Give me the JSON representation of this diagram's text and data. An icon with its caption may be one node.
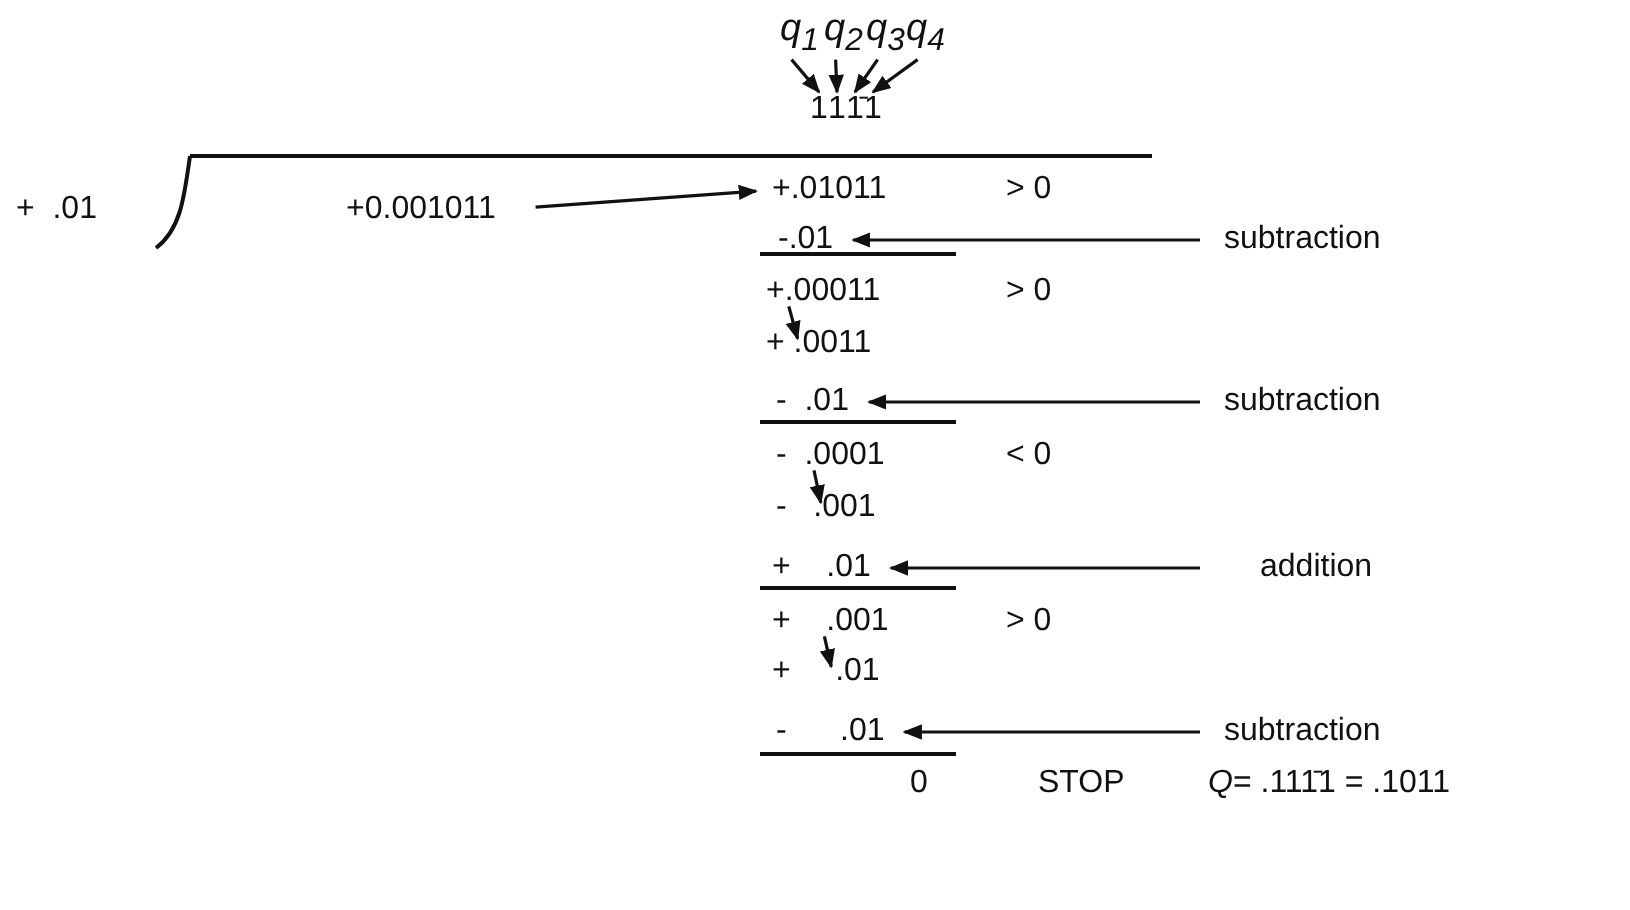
{
  "diagram": {
    "nodes": [
      {
        "text": [
          "q$_{1}$"
        ]
      },
      {
        "text": [
          "q$_{2}$"
        ]
      },
      {
        "text": [
          "q$_{3}$"
        ]
      },
      {
        "text": [
          "q$_{4}$"
        ]
      },
      {
        "text": [
          "1"
        ]
      },
      {
        "text": [
          "1"
        ]
      },
      {
        "text": [
          "1̄"
        ]
      },
      {
        "text": [
          "1"
        ]
      },
      {
        "text": [
          "+0.001011"
        ]
      },
      {
        "text": [
          "+.01011"
        ]
      },
      {
        "text": [
          "-.01"
        ]
      },
      {
        "text": [
          "subtraction"
        ]
      },
      {
        "text": [
          "+.00011"
        ]
      },
      {
        "text": [
          "+ .0011"
        ]
      },
      {
        "text": [
          "-  .01"
        ]
      },
      {
        "text": [
          "subtraction"
        ]
      },
      {
        "text": [
          "-  .0001"
        ]
      },
      {
        "text": [
          "-   .001"
        ]
      },
      {
        "text": [
          "+    .01"
        ]
      },
      {
        "text": [
          "addition"
        ]
      },
      {
        "text": [
          "+    .001"
        ]
      },
      {
        "text": [
          "+     .01"
        ]
      },
      {
        "text": [
          "-      .01"
        ]
      },
      {
        "text": [
          "subtraction"
        ]
      }
    ],
    "edges": [
      {
        "from": 0,
        "to": 4,
        "arrow": "to"
      },
      {
        "from": 1,
        "to": 5,
        "arrow": "to"
      },
      {
        "from": 2,
        "to": 6,
        "arrow": "to"
      },
      {
        "from": 3,
        "to": 7,
        "arrow": "to"
      },
      {
        "from": 8,
        "to": 9,
        "arrow": "to"
      },
      {
        "from": 11,
        "to": 10,
        "arrow": "to"
      },
      {
        "from": 12,
        "to": 13,
        "arrow": "to"
      },
      {
        "from": 15,
        "to": 14,
        "arrow": "to"
      },
      {
        "from": 16,
        "to": 17,
        "arrow": "to"
      },
      {
        "from": 19,
        "to": 18,
        "arrow": "to"
      },
      {
        "from": 20,
        "to": 21,
        "arrow": "to"
      },
      {
        "from": 23,
        "to": 22,
        "arrow": "to"
      }
    ],
    "labels": [
      "+  .01",
      "> 0",
      "> 0",
      "< 0",
      "> 0",
      "0",
      "STOP",
      "*Q*= .111̄1 = .1011"
    ]
  }
}
